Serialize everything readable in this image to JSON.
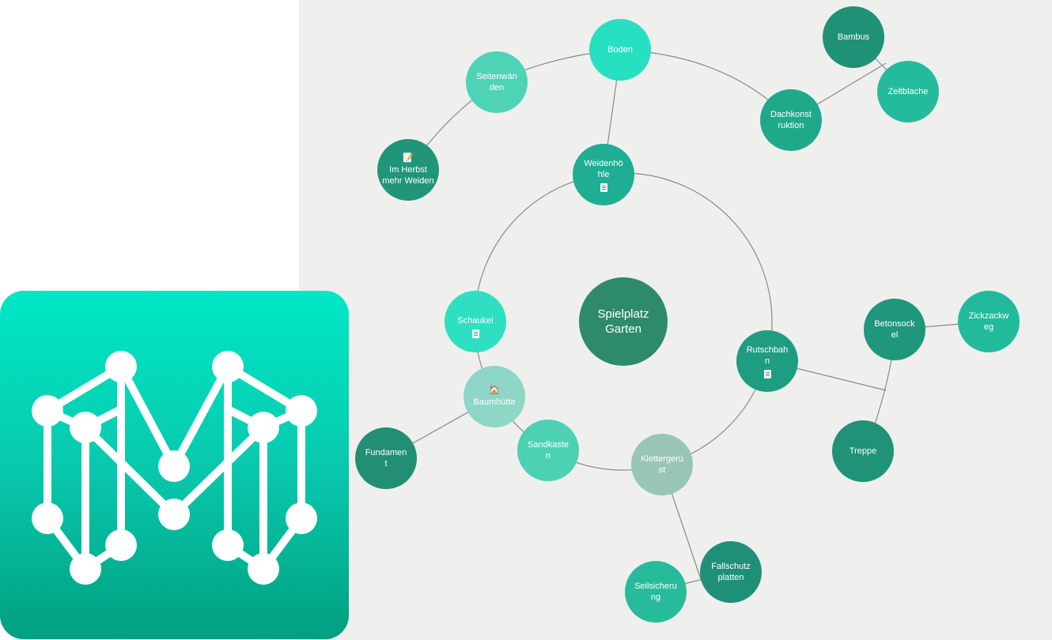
{
  "app_icon": {
    "name": "m-logo-icon",
    "gradient_top": "#00e8c6",
    "gradient_bottom": "#00a080"
  },
  "mindmap": {
    "background": "#efefed",
    "line_color": "#8a8a8a",
    "nodes": {
      "center": {
        "label": "Spielplatz\nGarten",
        "color": "#2e8b6a"
      },
      "weidenhoehle": {
        "label": "Weidenhö\nhle",
        "color": "#1fae94",
        "note_icon": "note-icon"
      },
      "boden": {
        "label": "Boden",
        "color": "#27dfc1"
      },
      "seitenwaenden": {
        "label": "Seitenwän\nden",
        "color": "#4ed3b6"
      },
      "im_herbst": {
        "label": "Im Herbst\nmehr Weiden",
        "color": "#21957a",
        "note_icon": "pencil-icon"
      },
      "dachkonstruktion": {
        "label": "Dachkonst\nruktion",
        "color": "#1fa98b"
      },
      "bambus": {
        "label": "Bambus",
        "color": "#1f9177"
      },
      "zeltblache": {
        "label": "Zeltblache",
        "color": "#24bb9c"
      },
      "schaukel": {
        "label": "Schaukel",
        "color": "#2ee0c1",
        "note_icon": "note-icon"
      },
      "baumhuette": {
        "label": "Baumhütte",
        "color": "#8ed6c6",
        "note_icon": "house-icon"
      },
      "fundament": {
        "label": "Fundamen\nt",
        "color": "#228e74"
      },
      "sandkasten": {
        "label": "Sandkaste\nn",
        "color": "#4dd1b3"
      },
      "klettergeruest": {
        "label": "Klettergerü\nst",
        "color": "#99c5b7"
      },
      "fallschutzplatten": {
        "label": "Fallschutz\nplatten",
        "color": "#1f9077"
      },
      "seilsicherung": {
        "label": "Seilsicheru\nng",
        "color": "#27bb9b"
      },
      "rutschbahn": {
        "label": "Rutschbah\nn",
        "color": "#1e9d82",
        "note_icon": "note-icon"
      },
      "betonsockel": {
        "label": "Betonsock\nel",
        "color": "#1e977c"
      },
      "zickzackweg": {
        "label": "Zickzackw\neg",
        "color": "#21bb9b"
      },
      "treppe": {
        "label": "Treppe",
        "color": "#1f9278"
      }
    }
  }
}
